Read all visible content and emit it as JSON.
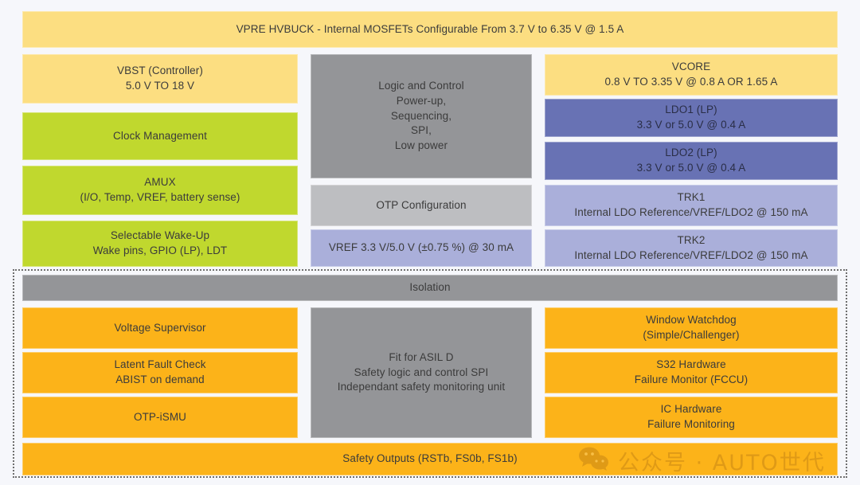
{
  "diagram": {
    "title_bar": {
      "label": "VPRE HVBUCK - Internal MOSFETs Configurable From 3.7 V to 6.35 V @ 1.5 A"
    },
    "power_section": {
      "left_column": [
        {
          "name": "vbst",
          "line1": "VBST (Controller)",
          "line2": "5.0 V TO 18 V",
          "color": "#FCDE81"
        },
        {
          "name": "clock-management",
          "line1": "Clock Management",
          "line2": "",
          "color": "#C0D82E"
        },
        {
          "name": "amux",
          "line1": "AMUX",
          "line2": "(I/O, Temp, VREF, battery sense)",
          "color": "#C0D82E"
        },
        {
          "name": "selectable-wake-up",
          "line1": "Selectable Wake-Up",
          "line2": "Wake pins, GPIO (LP), LDT",
          "color": "#C0D82E"
        }
      ],
      "middle_column": [
        {
          "name": "logic-and-control",
          "lines": [
            "Logic and Control",
            "Power-up,",
            "Sequencing,",
            "SPI,",
            "Low power"
          ],
          "color": "#949598"
        },
        {
          "name": "otp-configuration",
          "lines": [
            "OTP Configuration"
          ],
          "color": "#BDBEC1"
        },
        {
          "name": "vref",
          "lines": [
            "VREF 3.3 V/5.0 V (±0.75 %) @ 30 mA"
          ],
          "color": "#AAAFDA"
        }
      ],
      "right_column": [
        {
          "name": "vcore",
          "line1": "VCORE",
          "line2": "0.8 V TO 3.35 V @ 0.8 A OR 1.65 A",
          "color": "#FCDE81"
        },
        {
          "name": "ldo1",
          "line1": "LDO1 (LP)",
          "line2": "3.3 V or 5.0 V @ 0.4 A",
          "color": "#6872B4"
        },
        {
          "name": "ldo2",
          "line1": "LDO2 (LP)",
          "line2": "3.3 V or 5.0 V @ 0.4 A",
          "color": "#6872B4"
        },
        {
          "name": "trk1",
          "line1": "TRK1",
          "line2": "Internal LDO Reference/VREF/LDO2 @ 150 mA",
          "color": "#AAAFDA"
        },
        {
          "name": "trk2",
          "line1": "TRK2",
          "line2": "Internal LDO Reference/VREF/LDO2 @ 150 mA",
          "color": "#AAAFDA"
        }
      ]
    },
    "safety_section": {
      "isolation": {
        "label": "Isolation",
        "color": "#949598"
      },
      "left_column": [
        {
          "name": "voltage-supervisor",
          "line1": "Voltage Supervisor",
          "line2": "",
          "color": "#FCB319"
        },
        {
          "name": "latent-fault-check",
          "line1": "Latent Fault Check",
          "line2": "ABIST on demand",
          "color": "#FCB319"
        },
        {
          "name": "otp-ismu",
          "line1": "OTP-iSMU",
          "line2": "",
          "color": "#FCB319"
        }
      ],
      "middle_column": [
        {
          "name": "fit-for-asil-d",
          "lines": [
            "Fit for ASIL D",
            "Safety logic and control SPI",
            "Independant safety monitoring unit"
          ],
          "color": "#949598"
        }
      ],
      "right_column": [
        {
          "name": "window-watchdog",
          "line1": "Window Watchdog",
          "line2": "(Simple/Challenger)",
          "color": "#FCB319"
        },
        {
          "name": "s32-hardware-failure-monitor",
          "line1": "S32 Hardware",
          "line2": "Failure Monitor (FCCU)",
          "color": "#FCB319"
        },
        {
          "name": "ic-hardware-failure-monitoring",
          "line1": "IC Hardware",
          "line2": "Failure Monitoring",
          "color": "#FCB319"
        }
      ],
      "safety_outputs": {
        "label": "Safety Outputs (RSTb, FS0b, FS1b)",
        "color": "#FCB319"
      }
    },
    "watermark": {
      "text": "公众号 · AUTO世代",
      "icon": "wechat-icon",
      "color": "#C98714"
    },
    "palette": {
      "yellow": "#FCDE81",
      "green": "#C0D82E",
      "dark_gray": "#949598",
      "light_gray": "#BDBEC1",
      "dark_blue": "#6872B4",
      "light_blue": "#AAAFDA",
      "orange": "#FCB319",
      "background": "#F6F7FB"
    }
  }
}
